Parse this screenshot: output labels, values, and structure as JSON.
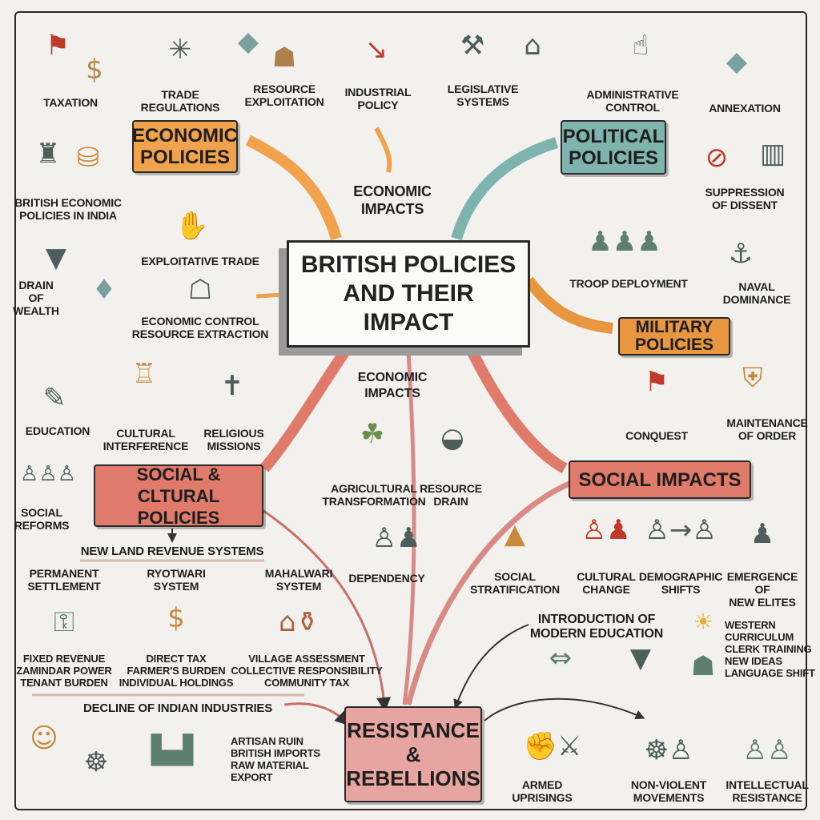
{
  "title": "British Policies\nand Their\nImpact",
  "colors": {
    "economic": "#f0a24c",
    "political": "#7fb3ad",
    "military": "#e8963f",
    "social": "#e07a6a",
    "resistance": "#e6a5a0",
    "paper": "#f2f1ed"
  },
  "categories": {
    "economic": "Economic\nPolicies",
    "political": "Political\nPolicies",
    "military": "Military\nPolicies",
    "social_cultural": "Social & Cltural\nPolicies",
    "social_impacts": "Social Impacts",
    "resistance": "Resistance\n&\nRebellions"
  },
  "labels": {
    "taxation": "Taxation",
    "trade_regulations": "Trade\nRegulations",
    "resource_exploitation": "Resource\nExploitation",
    "industrial_policy": "Industrial\nPolicy",
    "legislative_systems": "Legislative\nSystems",
    "administrative_control": "Administrative\nControl",
    "annexation": "Annexation",
    "economic_impacts_top": "Economic\nImpacts",
    "british_economic_policies": "British Economic\nPolicies in India",
    "exploitative_trade": "Exploitative Trade",
    "drain_of_wealth": "Drain\nof\nWealth",
    "economic_control": "Economic Control\nResource Extraction",
    "suppression_of_dissent": "Suppression\nof Dissent",
    "troop_deployment": "Troop Deployment",
    "naval_dominance": "Naval\nDominance",
    "economic_impacts_mid": "Economic\nImpacts",
    "education": "Education",
    "cultural_interference": "Cultural\nInterference",
    "religious_missions": "Religious\nMissions",
    "conquest": "Conquest",
    "maintenance_of_order": "Maintenance\nof Order",
    "social_reforms": "Social\nReforms",
    "agricultural_transformation": "Agricultural\nTransformation",
    "resource_drain": "Resource\nDrain",
    "dependency": "Dependency",
    "social_stratification": "Social\nStratification",
    "cultural_change": "Cultural\nChange",
    "demographic_shifts": "Demographic\nShifts",
    "new_elites": "Emergence of\nNew Elites",
    "new_land_revenue": "New Land Revenue Systems",
    "permanent_settlement": "Permanent\nSettlement",
    "ryotwari": "Ryotwari\nSystem",
    "mahalwari": "Mahalwari\nSystem",
    "permanent_details": "Fixed Revenue\nZamindar Power\nTenant Burden",
    "ryotwari_details": "Direct Tax\nFarmer's Burden\nIndividual Holdings",
    "mahalwari_details": "Village Assessment\nCollective Responsibility\nCommunity Tax",
    "modern_education": "Introduction of\nModern Education",
    "education_details": "Western\nCurriculum\nClerk Training\nNew Ideas\nLanguage Shift",
    "decline_industries": "Decline of Indian Industries",
    "decline_details": "Artisan Ruin\nBritish Imports\nRaw Material\nExport",
    "armed_uprisings": "Armed\nUprisings",
    "non_violent": "Non-Violent\nMovements",
    "intellectual_resistance": "Intellectual\nResistance"
  }
}
